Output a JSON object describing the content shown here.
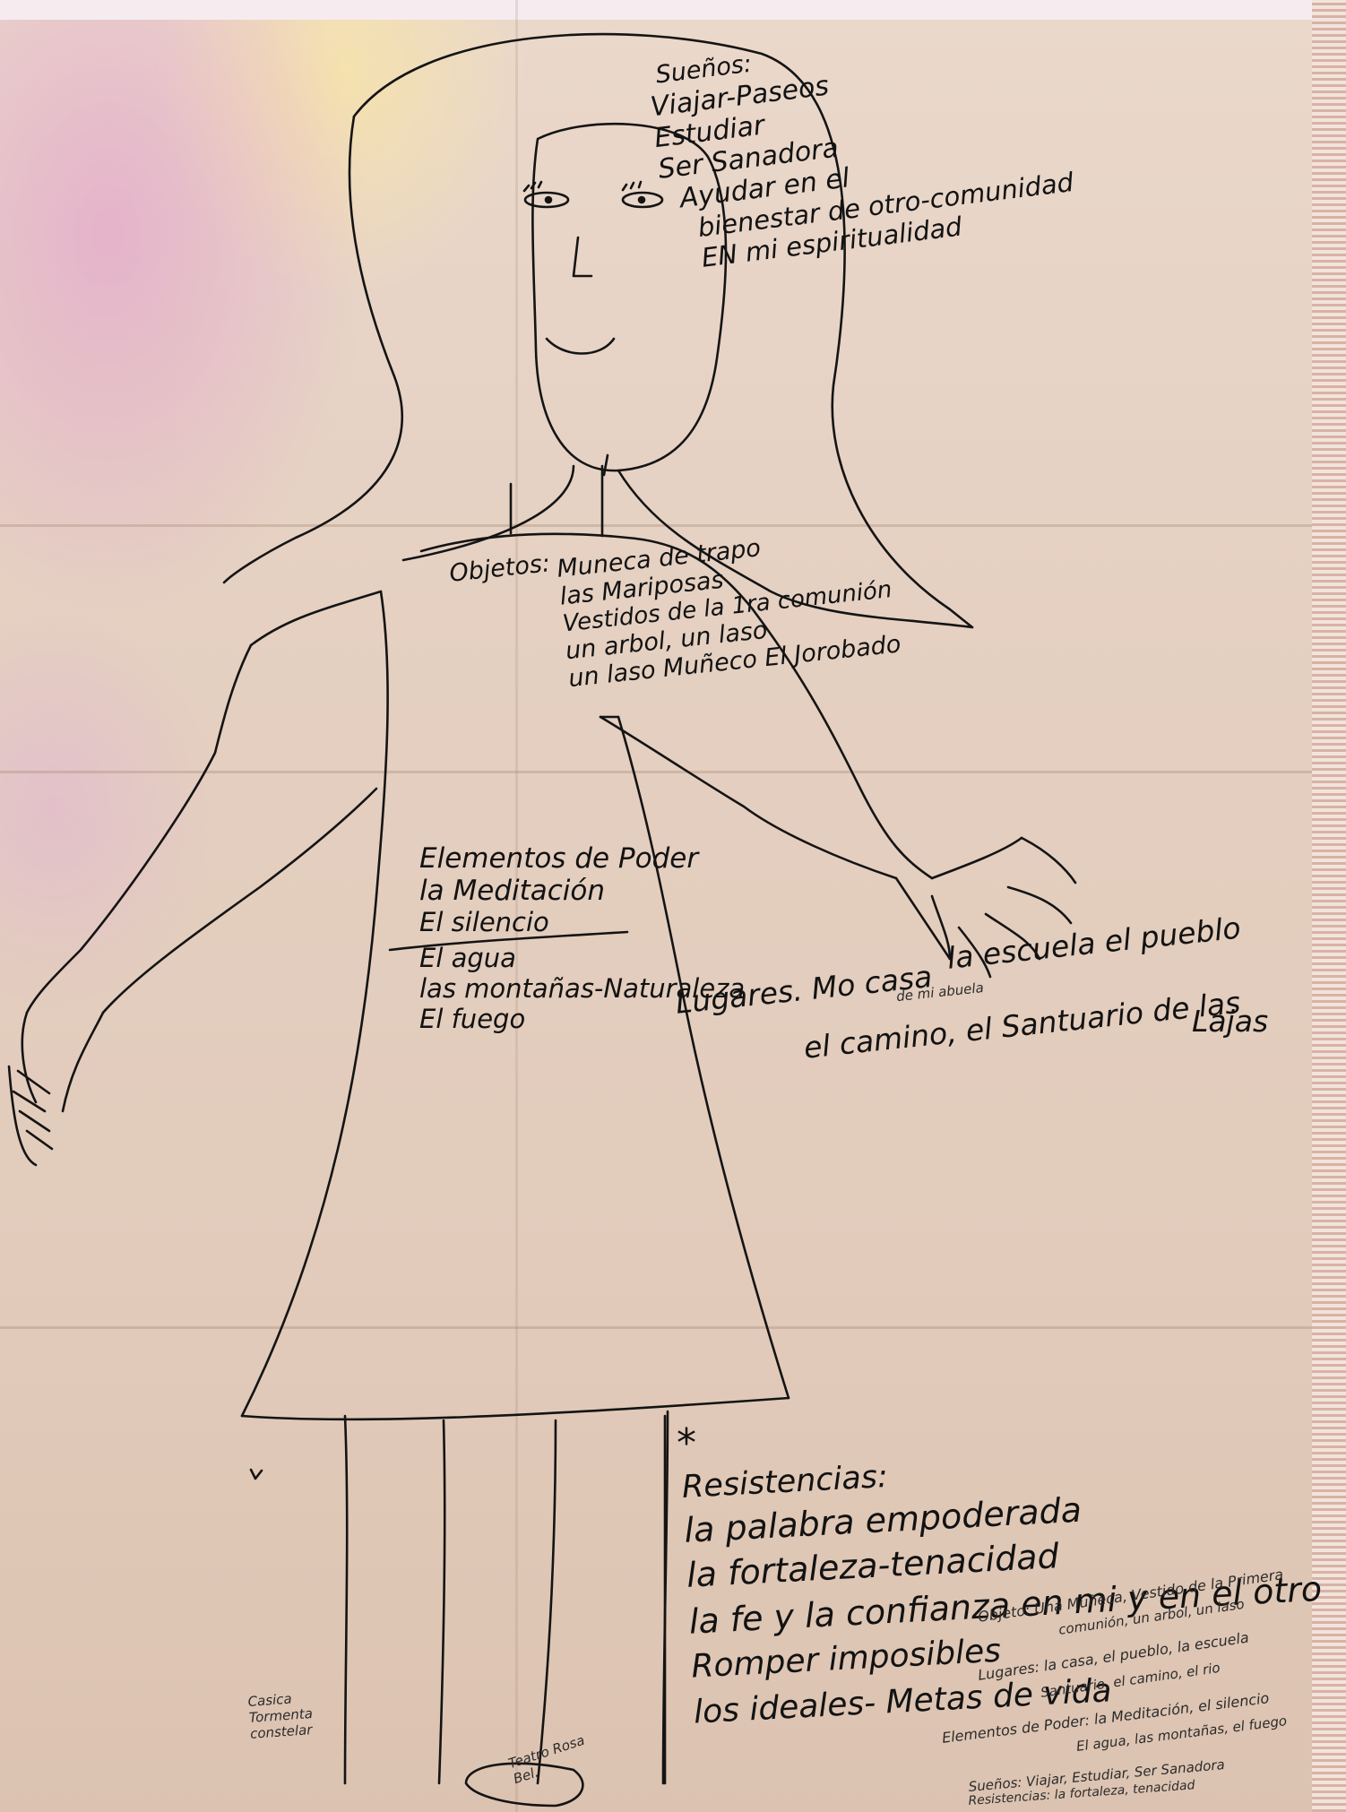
{
  "suenos": {
    "title": "Sueños:",
    "items": [
      "Viajar-Paseos",
      "Estudiar",
      "Ser Sanadora",
      "Ayudar en el",
      "bienestar de otro-comunidad",
      "EN mi espiritualidad"
    ]
  },
  "objetos": {
    "title": "Objetos:",
    "items": [
      "Muneca de trapo",
      "las Mariposas",
      "Vestidos de la 1ra comunión",
      "un arbol, un laso",
      "un laso Muñeco El Jorobado"
    ]
  },
  "elementos": {
    "title": "Elementos de Poder",
    "items": [
      "la Meditación",
      "El silencio",
      "El agua",
      "las montañas-Naturaleza",
      "El fuego"
    ]
  },
  "lugares": {
    "line1": "Lugares. Mo casa",
    "line1_note": "de mi abuela",
    "line1b": "la escuela el pueblo",
    "line2": "el camino, el Santuario de las",
    "line3": "Lajas"
  },
  "asterisk": "*",
  "resistencias": {
    "title": "Resistencias:",
    "items": [
      "la palabra empoderada",
      "la fortaleza-tenacidad",
      "la fe y la confianza en mi y en el otro",
      "Romper imposibles",
      "los ideales- Metas de vida"
    ]
  },
  "small_notes": {
    "bottom_left": [
      "Casica",
      "Tormenta",
      "constelar"
    ],
    "bottom_center": [
      "Teatro Rosa",
      "Bel."
    ],
    "right_lines": [
      "Objeto: Una Muñeca, Vestido de la Primera",
      "comunión, un arbol, un laso",
      "Lugares: la casa, el pueblo, la escuela",
      "Santuario, el camino, el rio",
      "Elementos de Poder: la Meditación, el silencio",
      "El agua, las montañas, el fuego",
      "Sueños: Viajar, Estudiar, Ser Sanadora",
      "Resistencias: la fortaleza, tenacidad"
    ]
  }
}
